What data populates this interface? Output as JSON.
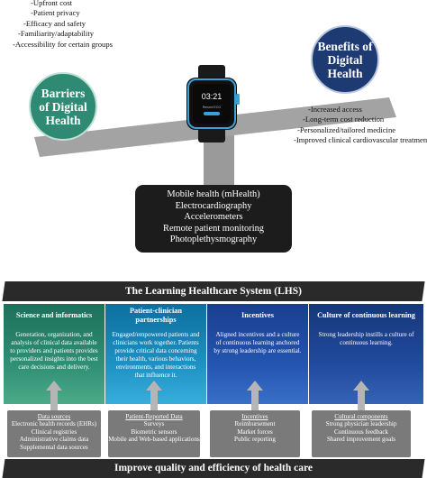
{
  "barriers": {
    "title_line1": "Barriers",
    "title_line2": "of Digital",
    "title_line3": "Health",
    "items": [
      "-Upfront cost",
      "-Patient privacy",
      "-Efficacy and safety",
      "-Familiarity/adaptability",
      "-Accessibility for certain groups"
    ]
  },
  "benefits": {
    "title_line1": "Benefits of",
    "title_line2": "Digital",
    "title_line3": "Health",
    "items": [
      "-Increased access",
      "-Long-term cost reduction",
      "-Personalized/tailored medicine",
      "-Improved clinical cardiovascular treatment"
    ]
  },
  "watch": {
    "time": "03:21",
    "sub": "Record ECG"
  },
  "fulcrum": {
    "items": [
      "Mobile health (mHealth)",
      "Electrocardiography",
      "Accelerometers",
      "Remote patient monitoring",
      "Photoplethysmography"
    ]
  },
  "lhs": {
    "title": "The Learning Healthcare System (LHS)",
    "columns": [
      {
        "heading": "Science and informatics",
        "body": "Generation, organization, and analysis of clinical data available to providers and patients provides personalized insights into the best care decisions and delivery."
      },
      {
        "heading": "Patient-clinician partnerships",
        "body": "Engaged/empowered patients and clinicians work together. Patients provide critical data concerning their health, various behaviors, environments, and interactions that influence it."
      },
      {
        "heading": "Incentives",
        "body": "Aligned incentives and a culture of continuous learning anchored by strong leadership are essential."
      },
      {
        "heading": "Culture of continuous learning",
        "body": "Strong leadership instills a culture of continuous learning."
      }
    ],
    "sources": [
      {
        "title": "Data sources",
        "items": [
          "Electronic health records (EHRs)",
          "Clinical registries",
          "Administrative claims data",
          "Supplemental data sources"
        ]
      },
      {
        "title": "Patient-Reported Data",
        "items": [
          "Surveys",
          "Biometric sensors",
          "Mobile and Web-based applications"
        ]
      },
      {
        "title": "Incentives",
        "items": [
          "Reimbursement",
          "Market forces",
          "Public reporting"
        ]
      },
      {
        "title": "Cultural components",
        "items": [
          "Strong physician leadership",
          "Continuous feedback",
          "Shared improvement goals"
        ]
      }
    ],
    "footer": "Improve quality and efficiency of health care"
  }
}
